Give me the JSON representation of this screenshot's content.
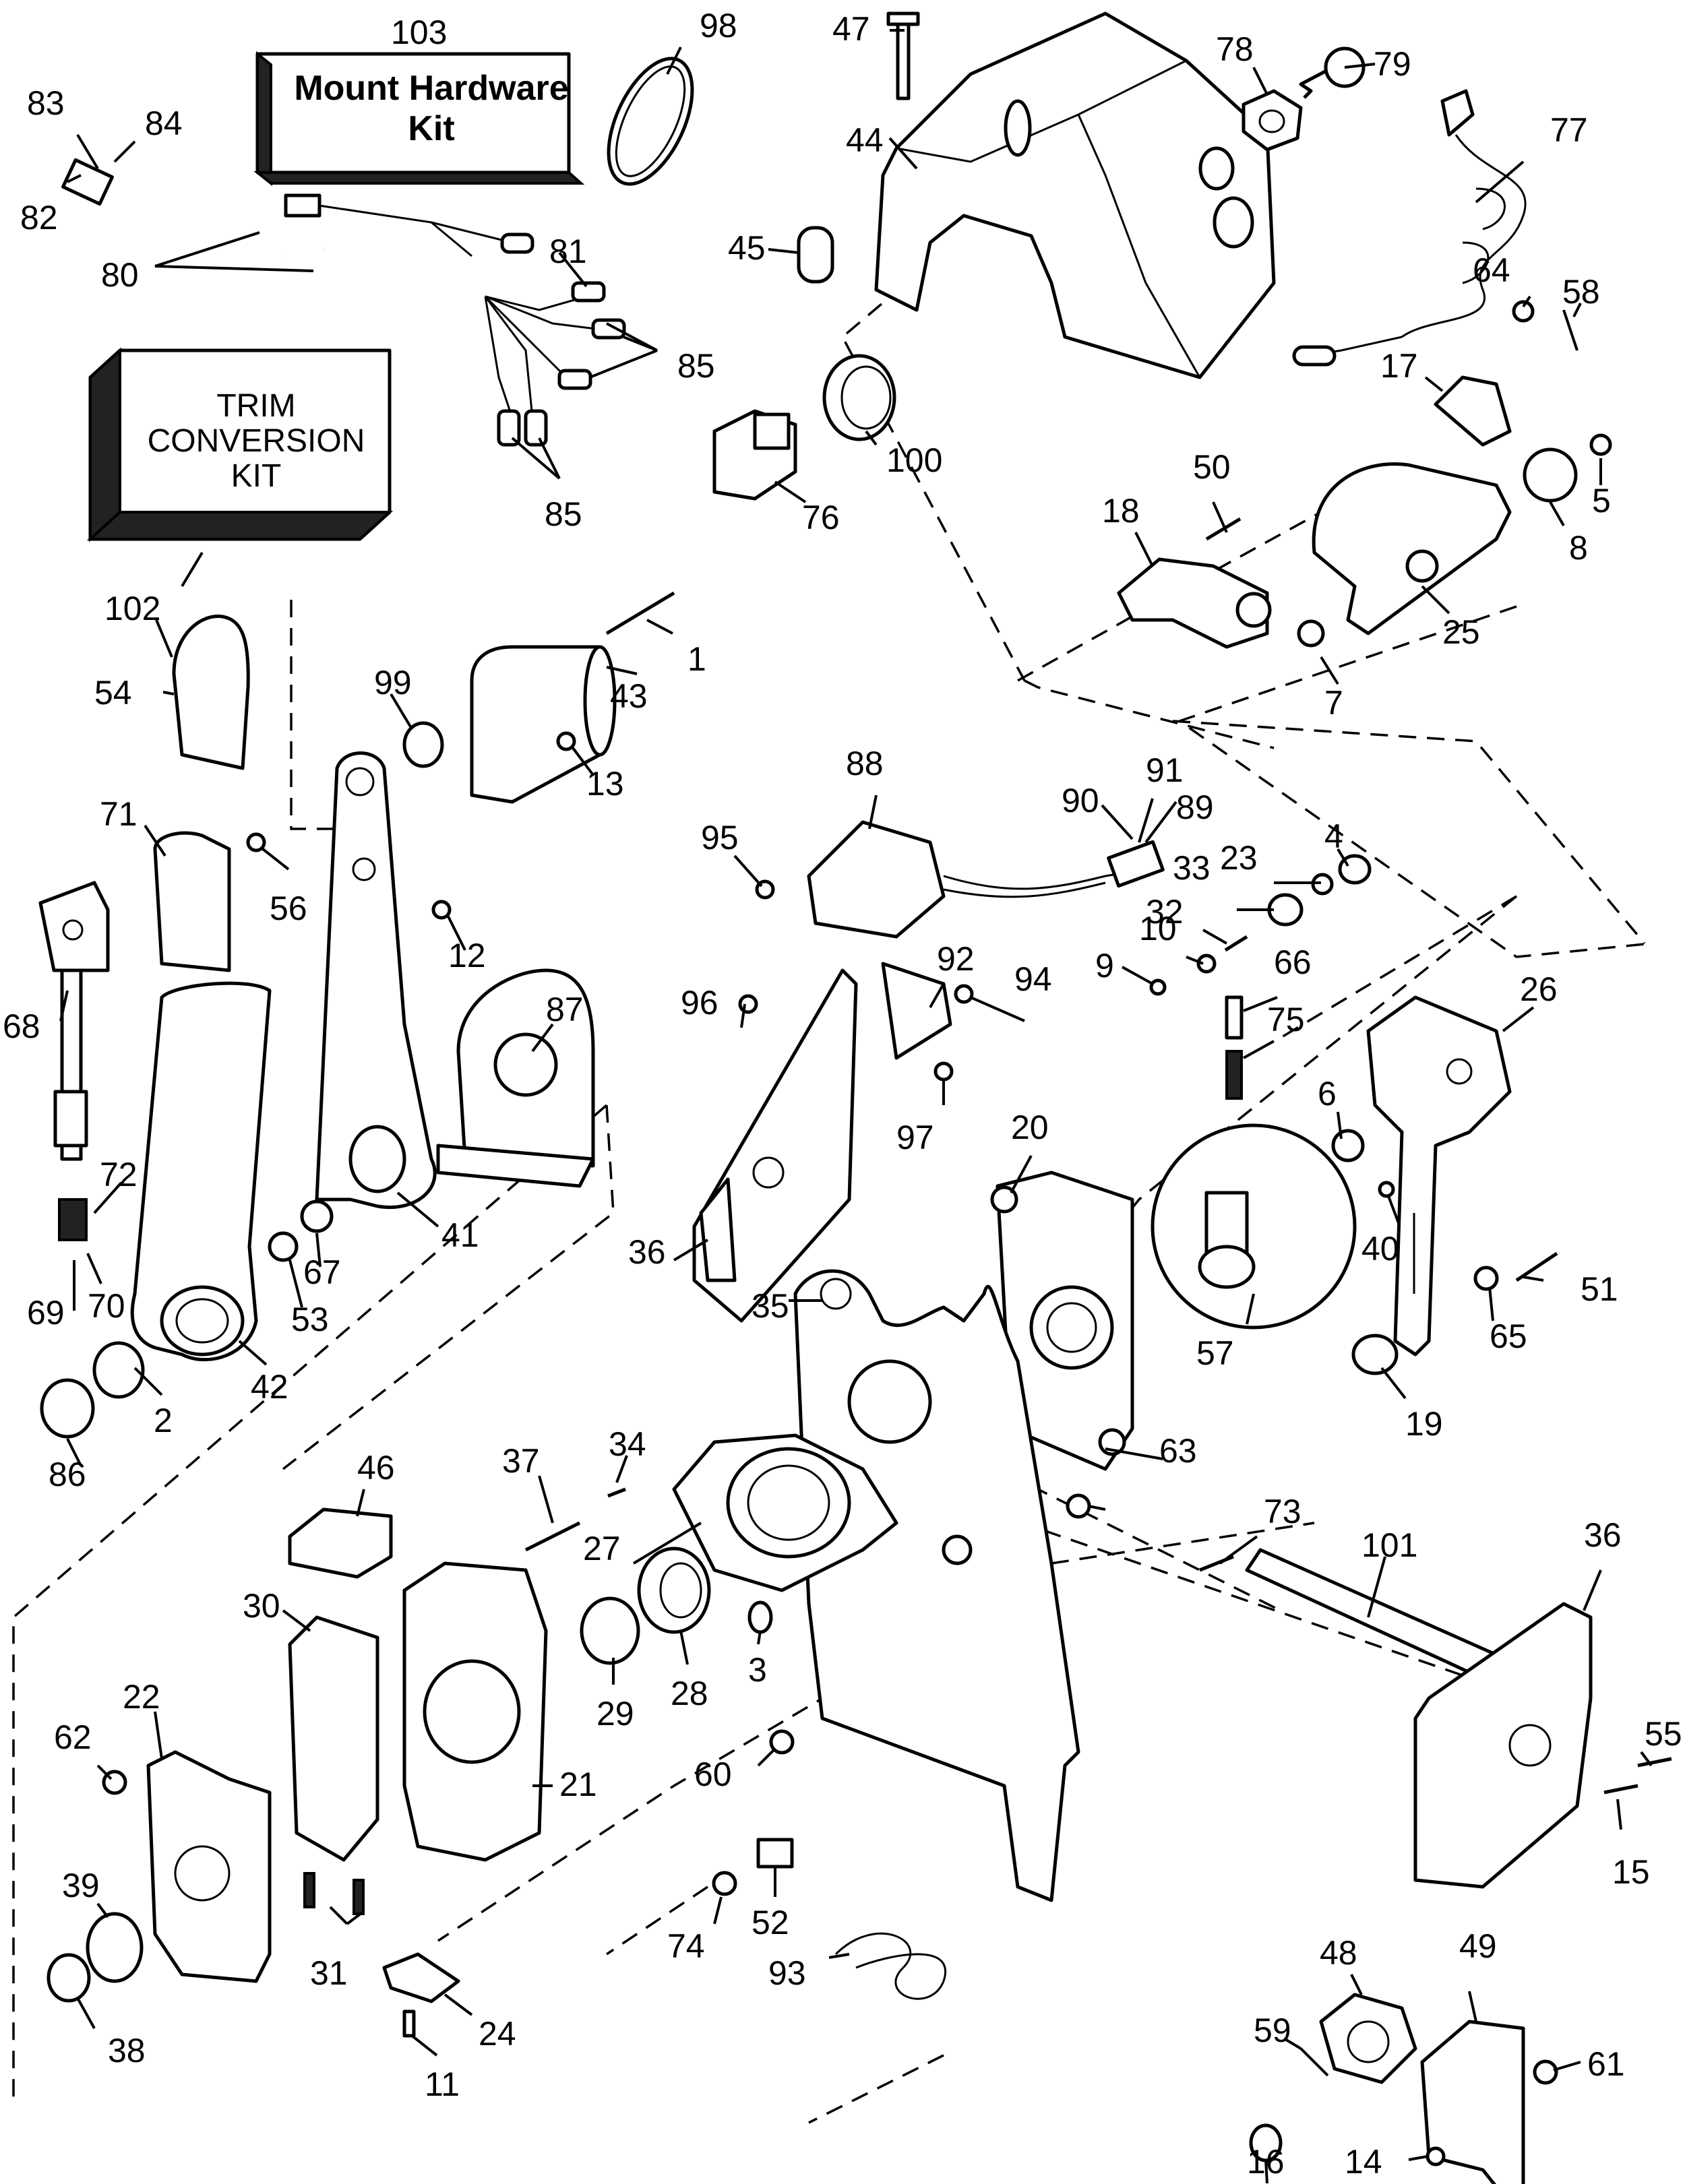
{
  "kits": {
    "mount_hardware": {
      "line1": "Mount Hardware",
      "line2": "Kit"
    },
    "trim_conversion": {
      "line1": "TRIM",
      "line2": "CONVERSION",
      "line3": "KIT"
    }
  },
  "labels": {
    "l1": "1",
    "l2": "2",
    "l3": "3",
    "l4": "4",
    "l5": "5",
    "l6": "6",
    "l7": "7",
    "l8": "8",
    "l9": "9",
    "l10": "10",
    "l11": "11",
    "l12": "12",
    "l13": "13",
    "l14": "14",
    "l15": "15",
    "l16": "16",
    "l17": "17",
    "l18": "18",
    "l19": "19",
    "l20": "20",
    "l21": "21",
    "l22": "22",
    "l23": "23",
    "l24": "24",
    "l25": "25",
    "l26": "26",
    "l27": "27",
    "l28": "28",
    "l29": "29",
    "l30": "30",
    "l31": "31",
    "l32": "32",
    "l33": "33",
    "l34": "34",
    "l35": "35",
    "l36a": "36",
    "l36b": "36",
    "l37": "37",
    "l38": "38",
    "l39": "39",
    "l40": "40",
    "l41": "41",
    "l42": "42",
    "l43": "43",
    "l44": "44",
    "l45": "45",
    "l46": "46",
    "l47": "47",
    "l48": "48",
    "l49": "49",
    "l50": "50",
    "l51": "51",
    "l52": "52",
    "l53": "53",
    "l54": "54",
    "l55": "55",
    "l56": "56",
    "l57": "57",
    "l58": "58",
    "l59": "59",
    "l60": "60",
    "l61": "61",
    "l62": "62",
    "l63": "63",
    "l64": "64",
    "l65": "65",
    "l66": "66",
    "l67": "67",
    "l68": "68",
    "l69": "69",
    "l70": "70",
    "l71": "71",
    "l72": "72",
    "l73": "73",
    "l74": "74",
    "l75": "75",
    "l76": "76",
    "l77": "77",
    "l78": "78",
    "l79": "79",
    "l80": "80",
    "l81": "81",
    "l82": "82",
    "l83": "83",
    "l84": "84",
    "l85a": "85",
    "l85b": "85",
    "l86": "86",
    "l87": "87",
    "l88": "88",
    "l89": "89",
    "l90": "90",
    "l91": "91",
    "l92": "92",
    "l93": "93",
    "l94": "94",
    "l95": "95",
    "l96": "96",
    "l97": "97",
    "l98": "98",
    "l99": "99",
    "l100": "100",
    "l101": "101",
    "l102": "102",
    "l103": "103"
  }
}
